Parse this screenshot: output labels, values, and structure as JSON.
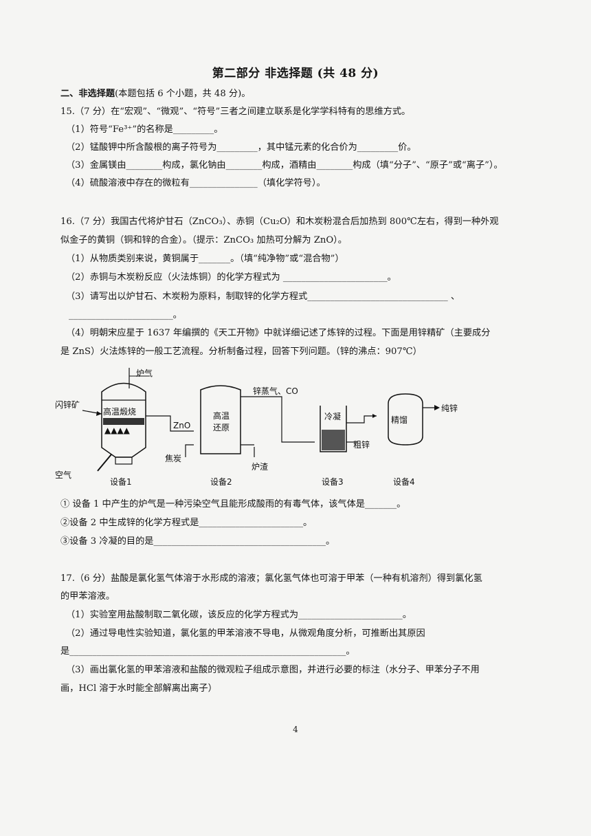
{
  "header": {
    "title": "第二部分  非选择题 (共 48 分)"
  },
  "section": {
    "heading": "二、非选择题",
    "note": "(本题包括 6 个小题，共 48 分)。"
  },
  "q15": {
    "stem": "15.（7 分）在“宏观”、“微观”、“符号”三者之间建立联系是化学学科特有的思维方式。",
    "p1": "（1）符号“Fe³⁺”的名称是_________。",
    "p2": "（2）锰酸钾中所含酸根的离子符号为_________，其中锰元素的化合价为_________价。",
    "p3": "（3）金属镁由________构成，氯化钠由________构成，酒精由________构成（填“分子”、“原子”或“离子”）。",
    "p4": "（4）硫酸溶液中存在的微粒有_______________（填化学符号）。"
  },
  "q16": {
    "stem1": "16.（7 分）我国古代将炉甘石（ZnCO₃）、赤铜（Cu₂O）和木炭粉混合后加热到 800℃左右，得到一种外观",
    "stem2": "似金子的黄铜（铜和锌的合金）。（提示：ZnCO₃ 加热可分解为 ZnO）。",
    "p1": "（1）从物质类别来说，黄铜属于_______。（填“纯净物”或“混合物”）",
    "p2": "（2）赤铜与木炭粉反应（火法炼铜）的化学方程式为 _______________________。",
    "p3a": "（3）请写出以炉甘石、木炭粉为原料，制取锌的化学方程式_______________________________ 、",
    "p3b": "_______________________。",
    "p4a": "（4）明朝宋应星于 1637 年编撰的《天工开物》中就详细记述了炼锌的过程。下面是用锌精矿（主要成分",
    "p4b": "是 ZnS）火法炼锌的一般工艺流程。分析制备过程，回答下列问题。（锌的沸点：907℃）",
    "q1": "① 设备 1 中产生的炉气是一种污染空气且能形成酸雨的有毒气体，该气体是_______。",
    "q2": "②设备 2 中生成锌的化学方程式是_______________________。",
    "q3": "③设备 3 冷凝的目的是______________________________________。"
  },
  "diagram": {
    "furnace_gas": "炉气",
    "zinc_ore": "闪锌矿",
    "roasting": "高温煅烧",
    "air": "空气",
    "device1": "设备1",
    "zno": "ZnO",
    "coke": "焦炭",
    "reduction_line1": "高温",
    "reduction_line2": "还原",
    "slag": "炉渣",
    "device2": "设备2",
    "zinc_vapor": "锌蒸气、CO",
    "condense": "冷凝",
    "crude_zinc": "粗锌",
    "device3": "设备3",
    "refine": "精馏",
    "pure_zinc": "纯锌",
    "device4": "设备4"
  },
  "q17": {
    "stem1": "17.（6 分）盐酸是氯化氢气体溶于水形成的溶液；氯化氢气体也可溶于甲苯（一种有机溶剂）得到氯化氢",
    "stem2": "的甲苯溶液。",
    "p1": "（1）实验室用盐酸制取二氧化碳，该反应的化学方程式为_______________________。",
    "p2a": "（2）通过导电性实验知道，氯化氢的甲苯溶液不导电，从微观角度分析，可推断出其原因",
    "p2b": "是_____________________________________________________________。",
    "p3a": "（3）画出氯化氢的甲苯溶液和盐酸的微观粒子组成示意图，并进行必要的标注（水分子、甲苯分子不用",
    "p3b": "画，HCl 溶于水时能全部解离出离子）"
  },
  "footer": {
    "page_number": "4"
  }
}
